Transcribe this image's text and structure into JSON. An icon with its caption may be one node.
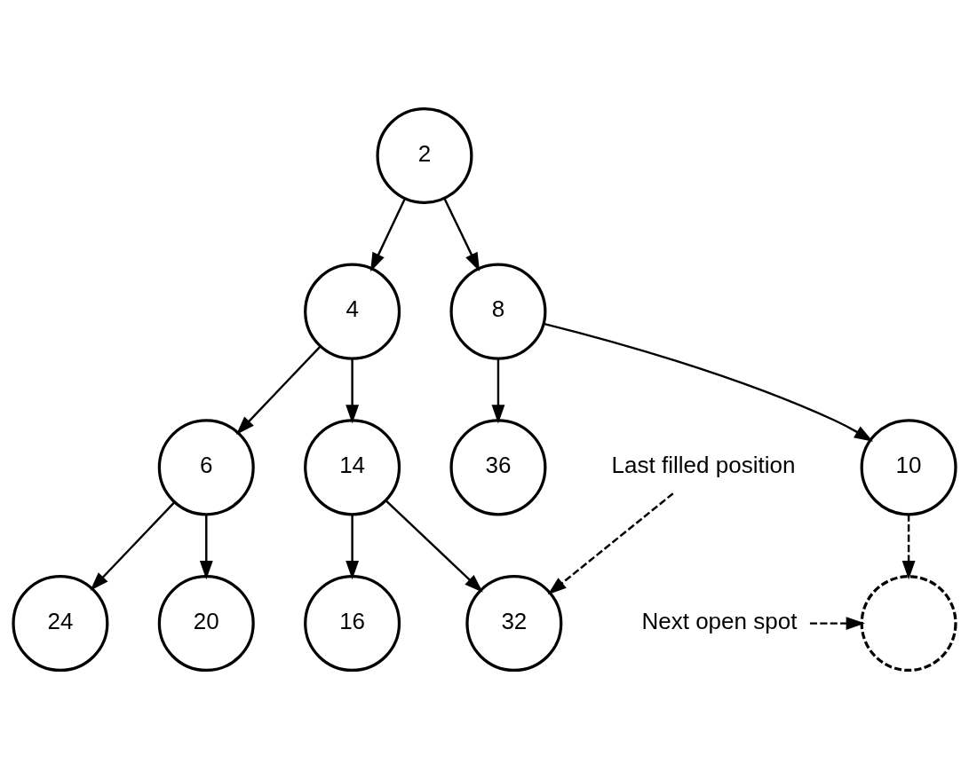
{
  "diagram": {
    "nodes": [
      {
        "text": [
          "2"
        ]
      },
      {
        "text": [
          "4"
        ]
      },
      {
        "text": [
          "8"
        ]
      },
      {
        "text": [
          "6"
        ]
      },
      {
        "text": [
          "14"
        ]
      },
      {
        "text": [
          "10"
        ]
      },
      {
        "text": [
          "36"
        ]
      },
      {
        "text": [
          "24"
        ]
      },
      {
        "text": [
          "20"
        ]
      },
      {
        "text": [
          "16"
        ]
      },
      {
        "text": [
          "32"
        ]
      },
      {
        "text": [],
        "shape": "circle"
      },
      {
        "text": [
          "Last filled position"
        ]
      },
      {
        "text": [
          "Next open spot"
        ]
      }
    ],
    "edges": [
      {
        "from": 0,
        "to": 1,
        "arrow": "to"
      },
      {
        "from": 0,
        "to": 2,
        "arrow": "to"
      },
      {
        "from": 1,
        "to": 3,
        "arrow": "to"
      },
      {
        "from": 1,
        "to": 4,
        "arrow": "to"
      },
      {
        "from": 2,
        "to": 5,
        "arrow": "to"
      },
      {
        "from": 2,
        "to": 6,
        "arrow": "to"
      },
      {
        "from": 3,
        "to": 7,
        "arrow": "to"
      },
      {
        "from": 3,
        "to": 8,
        "arrow": "to"
      },
      {
        "from": 4,
        "to": 9,
        "arrow": "to"
      },
      {
        "from": 4,
        "to": 10,
        "arrow": "to"
      },
      {
        "from": 5,
        "to": 11,
        "arrow": "to",
        "style": "dashed"
      },
      {
        "from": 12,
        "to": 10,
        "arrow": "to",
        "style": "dashed"
      },
      {
        "from": 13,
        "to": 11,
        "arrow": "to",
        "style": "dashed"
      }
    ]
  }
}
